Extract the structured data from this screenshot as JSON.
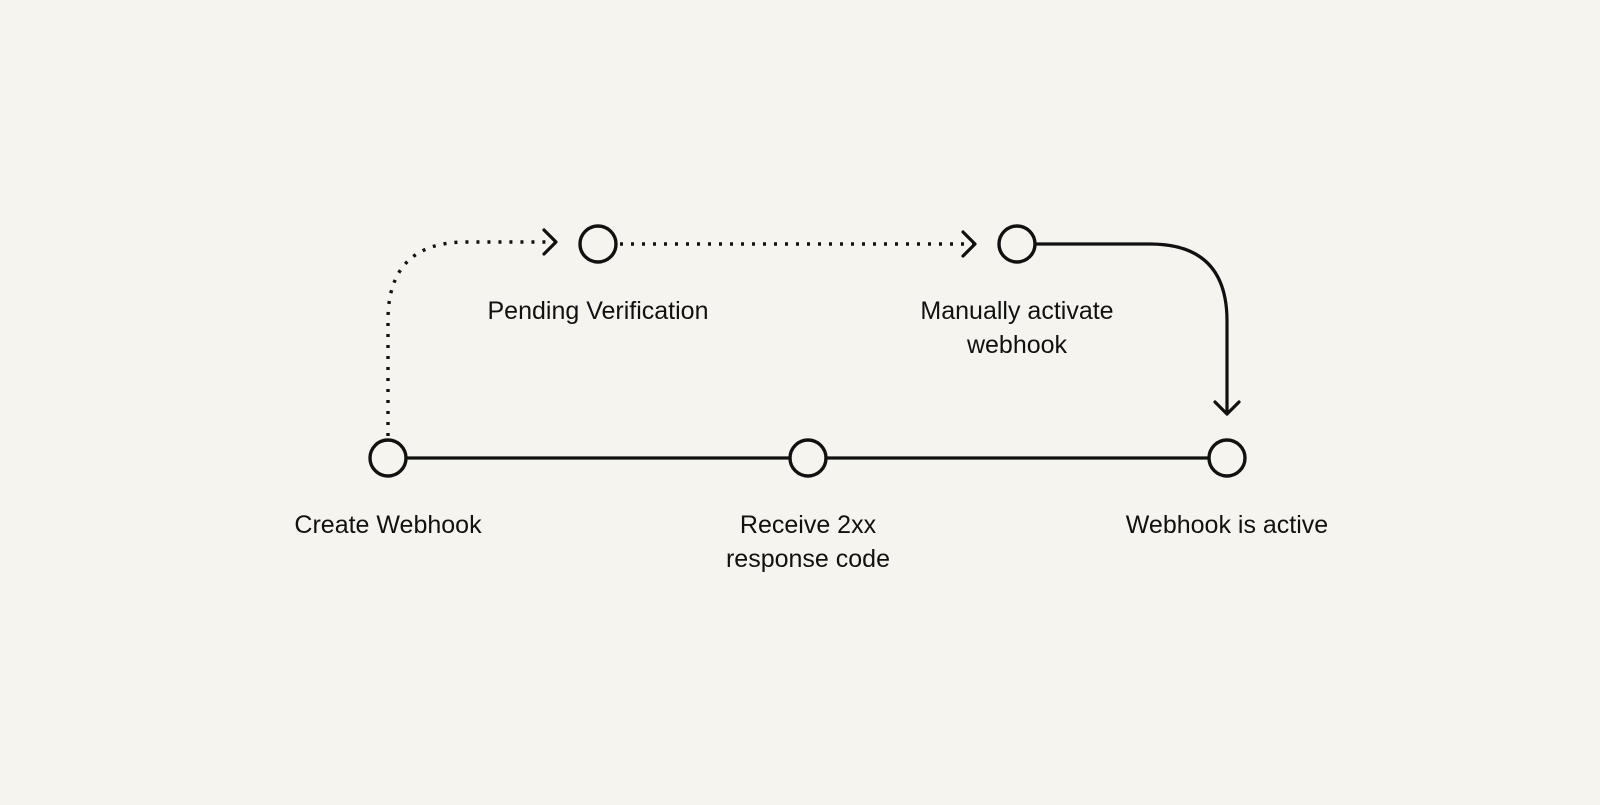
{
  "diagram": {
    "nodes": [
      {
        "id": "create",
        "lines": [
          "Create Webhook"
        ]
      },
      {
        "id": "pending",
        "lines": [
          "Pending Verification"
        ]
      },
      {
        "id": "manual",
        "lines": [
          "Manually activate",
          "webhook"
        ]
      },
      {
        "id": "receive",
        "lines": [
          "Receive 2xx",
          "response code"
        ]
      },
      {
        "id": "active",
        "lines": [
          "Webhook is active"
        ]
      }
    ],
    "edges": [
      {
        "from": "create",
        "to": "pending",
        "style": "dotted",
        "arrow": true
      },
      {
        "from": "pending",
        "to": "manual",
        "style": "dotted",
        "arrow": true
      },
      {
        "from": "manual",
        "to": "active",
        "style": "solid",
        "arrow": true
      },
      {
        "from": "create",
        "to": "receive",
        "style": "solid",
        "arrow": false
      },
      {
        "from": "receive",
        "to": "active",
        "style": "solid",
        "arrow": false
      }
    ]
  },
  "colors": {
    "background": "#f6f4ee",
    "stroke": "#111111",
    "node_fill": "#f6f4ee"
  }
}
